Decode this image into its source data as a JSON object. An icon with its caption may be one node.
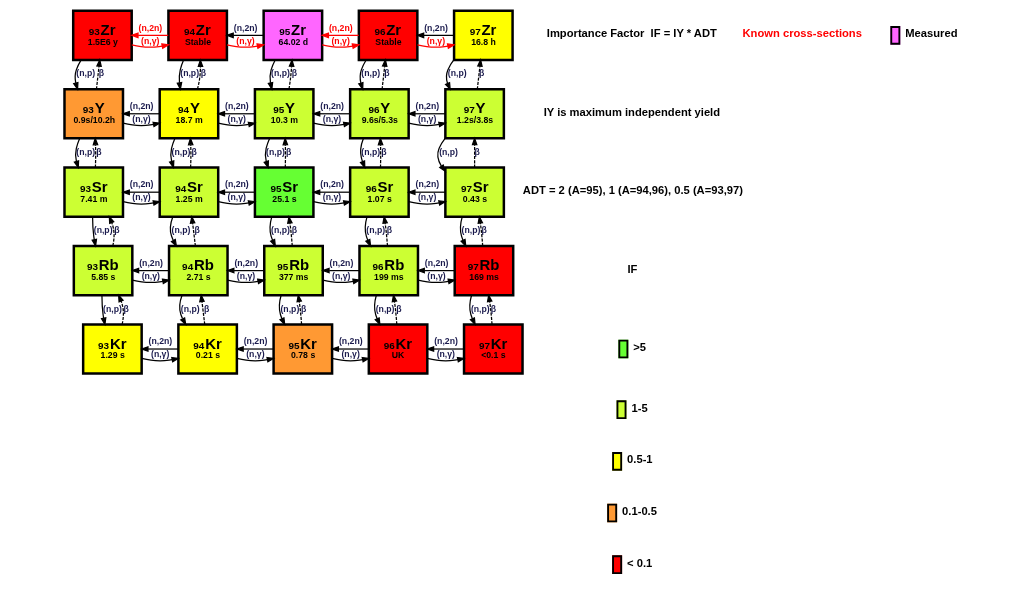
{
  "diagram": {
    "nodes": [
      {
        "text": [
          "$^{93}$Zr",
          "1.5E6 y"
        ]
      },
      {
        "text": [
          "$^{94}$Zr",
          "Stable"
        ]
      },
      {
        "text": [
          "$^{95}$Zr",
          "64.02 d"
        ]
      },
      {
        "text": [
          "$^{96}$Zr",
          "Stable"
        ]
      },
      {
        "text": [
          "$^{97}$Zr",
          "16.8 h"
        ]
      },
      {
        "text": [
          "$^{93}$Y",
          "0.9s/10.2h"
        ]
      },
      {
        "text": [
          "$^{94}$Y",
          "18.7 m"
        ]
      },
      {
        "text": [
          "$^{95}$Y",
          "10.3 m"
        ]
      },
      {
        "text": [
          "$^{96}$Y",
          "9.6s/5.3s"
        ]
      },
      {
        "text": [
          "$^{97}$Y",
          "1.2s/3.8s"
        ]
      },
      {
        "text": [
          "$^{93}$Sr",
          "7.41 m"
        ]
      },
      {
        "text": [
          "$^{94}$Sr",
          "1.25 m"
        ]
      },
      {
        "text": [
          "$^{95}$Sr",
          "25.1 s"
        ]
      },
      {
        "text": [
          "$^{96}$Sr",
          "1.07 s"
        ]
      },
      {
        "text": [
          "$^{97}$Sr",
          "0.43 s"
        ]
      },
      {
        "text": [
          "$^{93}$Rb",
          "5.85 s"
        ]
      },
      {
        "text": [
          "$^{94}$Rb",
          "2.71 s"
        ]
      },
      {
        "text": [
          "$^{95}$Rb",
          "377 ms"
        ]
      },
      {
        "text": [
          "$^{96}$Rb",
          "199 ms"
        ]
      },
      {
        "text": [
          "$^{97}$Rb",
          "169 ms"
        ]
      },
      {
        "text": [
          "$^{93}$Kr",
          "1.29 s"
        ]
      },
      {
        "text": [
          "$^{94}$Kr",
          "0.21 s"
        ]
      },
      {
        "text": [
          "$^{95}$Kr",
          "0.78 s"
        ]
      },
      {
        "text": [
          "$^{96}$Kr",
          "UK"
        ]
      },
      {
        "text": [
          "$^{97}$Kr",
          "<0.1 s"
        ]
      }
    ],
    "edges": [
      {
        "from": 0,
        "to": 1,
        "arrow": "to",
        "label": "(n,γ)",
        "color": "#ff0000"
      },
      {
        "from": 1,
        "to": 0,
        "arrow": "to",
        "label": "(n,2n)",
        "color": "#ff0000"
      },
      {
        "from": 1,
        "to": 2,
        "arrow": "to",
        "label": "(n,γ)",
        "color": "#ff0000"
      },
      {
        "from": 2,
        "to": 1,
        "arrow": "to",
        "label": "(n,2n)"
      },
      {
        "from": 2,
        "to": 3,
        "arrow": "to",
        "label": "(n,γ)",
        "color": "#ff0000"
      },
      {
        "from": 3,
        "to": 2,
        "arrow": "to",
        "label": "(n,2n)",
        "color": "#ff0000"
      },
      {
        "from": 3,
        "to": 4,
        "arrow": "to",
        "label": "(n,γ)",
        "color": "#ff0000"
      },
      {
        "from": 4,
        "to": 3,
        "arrow": "to",
        "label": "(n,2n)"
      },
      {
        "from": 5,
        "to": 6,
        "arrow": "to",
        "label": "(n,γ)"
      },
      {
        "from": 6,
        "to": 5,
        "arrow": "to",
        "label": "(n,2n)"
      },
      {
        "from": 6,
        "to": 7,
        "arrow": "to",
        "label": "(n,γ)"
      },
      {
        "from": 7,
        "to": 6,
        "arrow": "to",
        "label": "(n,2n)"
      },
      {
        "from": 7,
        "to": 8,
        "arrow": "to",
        "label": "(n,γ)"
      },
      {
        "from": 8,
        "to": 7,
        "arrow": "to",
        "label": "(n,2n)"
      },
      {
        "from": 8,
        "to": 9,
        "arrow": "to",
        "label": "(n,γ)"
      },
      {
        "from": 9,
        "to": 8,
        "arrow": "to",
        "label": "(n,2n)"
      },
      {
        "from": 10,
        "to": 11,
        "arrow": "to",
        "label": "(n,γ)"
      },
      {
        "from": 11,
        "to": 10,
        "arrow": "to",
        "label": "(n,2n)"
      },
      {
        "from": 11,
        "to": 12,
        "arrow": "to",
        "label": "(n,γ)"
      },
      {
        "from": 12,
        "to": 11,
        "arrow": "to",
        "label": "(n,2n)"
      },
      {
        "from": 12,
        "to": 13,
        "arrow": "to",
        "label": "(n,γ)"
      },
      {
        "from": 13,
        "to": 12,
        "arrow": "to",
        "label": "(n,2n)"
      },
      {
        "from": 13,
        "to": 14,
        "arrow": "to",
        "label": "(n,γ)"
      },
      {
        "from": 14,
        "to": 13,
        "arrow": "to",
        "label": "(n,2n)"
      },
      {
        "from": 15,
        "to": 16,
        "arrow": "to",
        "label": "(n,γ)"
      },
      {
        "from": 16,
        "to": 15,
        "arrow": "to",
        "label": "(n,2n)"
      },
      {
        "from": 16,
        "to": 17,
        "arrow": "to",
        "label": "(n,γ)"
      },
      {
        "from": 17,
        "to": 16,
        "arrow": "to",
        "label": "(n,2n)"
      },
      {
        "from": 17,
        "to": 18,
        "arrow": "to",
        "label": "(n,γ)"
      },
      {
        "from": 18,
        "to": 17,
        "arrow": "to",
        "label": "(n,2n)"
      },
      {
        "from": 18,
        "to": 19,
        "arrow": "to",
        "label": "(n,γ)"
      },
      {
        "from": 19,
        "to": 18,
        "arrow": "to",
        "label": "(n,2n)"
      },
      {
        "from": 20,
        "to": 21,
        "arrow": "to",
        "label": "(n,γ)"
      },
      {
        "from": 21,
        "to": 20,
        "arrow": "to",
        "label": "(n,2n)"
      },
      {
        "from": 21,
        "to": 22,
        "arrow": "to",
        "label": "(n,γ)"
      },
      {
        "from": 22,
        "to": 21,
        "arrow": "to",
        "label": "(n,2n)"
      },
      {
        "from": 22,
        "to": 23,
        "arrow": "to",
        "label": "(n,γ)"
      },
      {
        "from": 23,
        "to": 22,
        "arrow": "to",
        "label": "(n,2n)"
      },
      {
        "from": 23,
        "to": 24,
        "arrow": "to",
        "label": "(n,γ)"
      },
      {
        "from": 24,
        "to": 23,
        "arrow": "to",
        "label": "(n,2n)"
      },
      {
        "from": 0,
        "to": 5,
        "arrow": "to",
        "label": "(n,p)"
      },
      {
        "from": 5,
        "to": 0,
        "arrow": "to",
        "label": "β",
        "style": "dashed"
      },
      {
        "from": 1,
        "to": 6,
        "arrow": "to",
        "label": "(n,p)"
      },
      {
        "from": 6,
        "to": 1,
        "arrow": "to",
        "label": "β",
        "style": "dashed"
      },
      {
        "from": 2,
        "to": 7,
        "arrow": "to",
        "label": "(n,p)"
      },
      {
        "from": 7,
        "to": 2,
        "arrow": "to",
        "label": "β",
        "style": "dashed"
      },
      {
        "from": 3,
        "to": 8,
        "arrow": "to",
        "label": "(n,p)"
      },
      {
        "from": 8,
        "to": 3,
        "arrow": "to",
        "label": "β",
        "style": "dashed"
      },
      {
        "from": 4,
        "to": 9,
        "arrow": "to",
        "label": "(n,p)"
      },
      {
        "from": 9,
        "to": 4,
        "arrow": "to",
        "label": "β",
        "style": "dashed"
      },
      {
        "from": 5,
        "to": 10,
        "arrow": "to",
        "label": "(n,p)"
      },
      {
        "from": 10,
        "to": 5,
        "arrow": "to",
        "label": "β",
        "style": "dashed"
      },
      {
        "from": 6,
        "to": 11,
        "arrow": "to",
        "label": "(n,p)"
      },
      {
        "from": 11,
        "to": 6,
        "arrow": "to",
        "label": "β",
        "style": "dashed"
      },
      {
        "from": 7,
        "to": 12,
        "arrow": "to",
        "label": "(n,p)"
      },
      {
        "from": 12,
        "to": 7,
        "arrow": "to",
        "label": "β",
        "style": "dashed"
      },
      {
        "from": 8,
        "to": 13,
        "arrow": "to",
        "label": "(n,p)"
      },
      {
        "from": 13,
        "to": 8,
        "arrow": "to",
        "label": "β",
        "style": "dashed"
      },
      {
        "from": 9,
        "to": 14,
        "arrow": "to",
        "label": "(n,p)"
      },
      {
        "from": 14,
        "to": 9,
        "arrow": "to",
        "label": "β",
        "style": "dashed"
      },
      {
        "from": 10,
        "to": 15,
        "arrow": "to",
        "label": "(n,p)"
      },
      {
        "from": 15,
        "to": 10,
        "arrow": "to",
        "label": "β",
        "style": "dashed"
      },
      {
        "from": 11,
        "to": 16,
        "arrow": "to",
        "label": "(n,p)"
      },
      {
        "from": 16,
        "to": 11,
        "arrow": "to",
        "label": "β",
        "style": "dashed"
      },
      {
        "from": 12,
        "to": 17,
        "arrow": "to",
        "label": "(n,p)"
      },
      {
        "from": 17,
        "to": 12,
        "arrow": "to",
        "label": "β",
        "style": "dashed"
      },
      {
        "from": 13,
        "to": 18,
        "arrow": "to",
        "label": "(n,p)"
      },
      {
        "from": 18,
        "to": 13,
        "arrow": "to",
        "label": "β",
        "style": "dashed"
      },
      {
        "from": 14,
        "to": 19,
        "arrow": "to",
        "label": "(n,p)"
      },
      {
        "from": 19,
        "to": 14,
        "arrow": "to",
        "label": "β",
        "style": "dashed"
      },
      {
        "from": 15,
        "to": 20,
        "arrow": "to",
        "label": "(n,p)"
      },
      {
        "from": 20,
        "to": 15,
        "arrow": "to",
        "label": "β",
        "style": "dashed"
      },
      {
        "from": 16,
        "to": 21,
        "arrow": "to",
        "label": "(n,p)"
      },
      {
        "from": 21,
        "to": 16,
        "arrow": "to",
        "label": "β",
        "style": "dashed"
      },
      {
        "from": 17,
        "to": 22,
        "arrow": "to",
        "label": "(n,p)"
      },
      {
        "from": 22,
        "to": 17,
        "arrow": "to",
        "label": "β",
        "style": "dashed"
      },
      {
        "from": 18,
        "to": 23,
        "arrow": "to",
        "label": "(n,p)"
      },
      {
        "from": 23,
        "to": 18,
        "arrow": "to",
        "label": "β",
        "style": "dashed"
      },
      {
        "from": 19,
        "to": 24,
        "arrow": "to",
        "label": "(n,p)"
      },
      {
        "from": 24,
        "to": 19,
        "arrow": "to",
        "label": "β",
        "style": "dashed"
      }
    ],
    "labels": [
      "Importance Factor  IF = IY * ADT",
      "IY is maximum independent yield",
      "ADT = 2 (A=95), 1 (A=94,96), 0.5 (A=93,97)",
      "Known cross-sections",
      "IF"
    ],
    "legend": [
      {
        "text": "Measured",
        "color": "#ff66ff"
      },
      {
        "text": ">5",
        "color": "#66ff33"
      },
      {
        "text": "1-5",
        "color": "#ccff33"
      },
      {
        "text": "0.5-1",
        "color": "#ffff00"
      },
      {
        "text": "0.1-0.5",
        "color": "#ff9933"
      },
      {
        "text": "< 0.1",
        "color": "#ff0000"
      }
    ]
  }
}
